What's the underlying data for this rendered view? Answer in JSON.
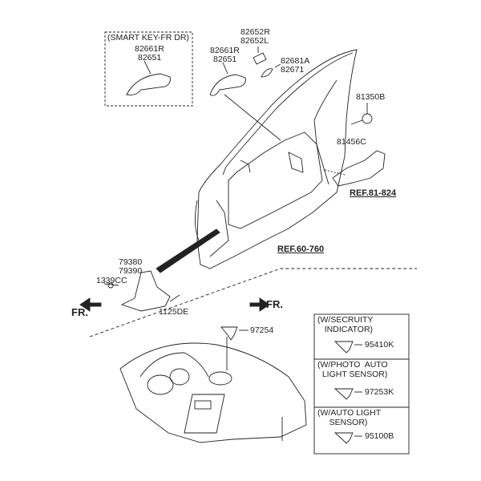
{
  "smart_key_box": {
    "title": "(SMART KEY-FR DR)",
    "part_a": "82661R",
    "part_b": "82651"
  },
  "handle": {
    "part_a": "82661R",
    "part_b": "82651"
  },
  "cap": {
    "part_a": "82652R",
    "part_b": "82652L"
  },
  "cover": {
    "part_a": "82681A",
    "part_b": "82671"
  },
  "switch": {
    "part_a": "81350B",
    "part_b": "81456C"
  },
  "latch_ref": "REF.81-824",
  "panel_ref": "REF.60-760",
  "checker": {
    "part_a": "79380",
    "part_b": "79390",
    "bolt": "1339CC",
    "screw": "1125DE"
  },
  "front_labels": {
    "left": "FR.",
    "right": "FR."
  },
  "sensor_main": "97254",
  "options": [
    {
      "title": "(W/SECRUITY\n   INDICATOR)",
      "part": "95410K"
    },
    {
      "title": "(W/PHOTO  AUTO\n  LIGHT SENSOR)",
      "part": "97253K"
    },
    {
      "title": "(W/AUTO LIGHT\n     SENSOR)",
      "part": "95100B"
    }
  ]
}
